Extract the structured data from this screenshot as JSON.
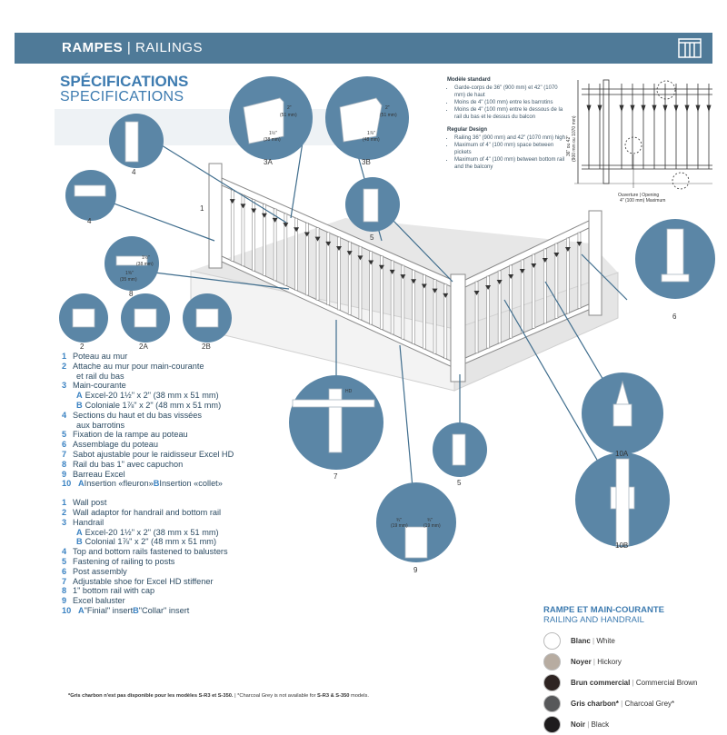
{
  "header": {
    "title_bold": "RAMPES",
    "title_sep": "|",
    "title_rest": "RAILINGS"
  },
  "spec": {
    "title_fr": "SPÉCIFICATIONS",
    "title_en": "SPECIFICATIONS"
  },
  "standard": {
    "fr_head": "Modèle standard",
    "fr_items": [
      "Garde-corps de 36\" (900 mm) et 42\" (1070 mm) de haut",
      "Moins de 4\" (100 mm) entre les barrotins",
      "Moins de 4\" (100 mm) entre le dessous de la rail du bas et le dessus du balcon"
    ],
    "en_head": "Regular Design",
    "en_items": [
      "Railing 36\" (900 mm) and 42\" (1070 mm) high",
      "Maximum of 4\" (100 mm) space between pickets",
      "Maximum of 4\" (100 mm) between bottom rail and the balcony"
    ]
  },
  "callouts": {
    "c3a": "3A",
    "c3b": "3B",
    "c4a": "4",
    "c4b": "4",
    "c1": "1",
    "c5a": "5",
    "c8": "8",
    "c2": "2",
    "c2a": "2A",
    "c2b": "2B",
    "c6": "6",
    "c7": "7",
    "c5b": "5",
    "c10a": "10A",
    "c10b": "10B",
    "c9": "9",
    "hd": "HD",
    "dim_3a_w": "2\"",
    "dim_3a_wm": "(51 mm)",
    "dim_3a_h": "1½\"",
    "dim_3a_hm": "(38 mm)",
    "dim_3b_w": "2\"",
    "dim_3b_wm": "(51 mm)",
    "dim_3b_h": "1⅞\"",
    "dim_3b_hm": "(48 mm)",
    "dim_8_w": "1½\"",
    "dim_8_wm": "(38 mm)",
    "dim_8_h": "1⅜\"",
    "dim_8_hm": "(35 mm)",
    "dim_9_a": "¾\"",
    "dim_9_am": "(19 mm)",
    "dim_9_b": "¾\"",
    "dim_9_bm": "(19 mm)",
    "height_dim": "36\" ou 42\"",
    "height_dim_mm": "(900 mm ou 1070 mm)",
    "opening_1": "Ouverture | Opening",
    "opening_2": "4\" (100 mm) Maximum"
  },
  "legend_fr": [
    {
      "n": "1",
      "t": "Poteau au mur"
    },
    {
      "n": "2",
      "t": "Attache au mur pour main-courante"
    },
    {
      "n": "",
      "t": "et rail du bas"
    },
    {
      "n": "3",
      "t": "Main-courante"
    },
    {
      "n": "",
      "a": "A",
      "t": "Excel-20 1½\" x 2\" (38 mm x 51 mm)"
    },
    {
      "n": "",
      "a": "B",
      "t": "Coloniale 1⅞\" x 2\" (48 mm x 51 mm)"
    },
    {
      "n": "4",
      "t": "Sections du haut et du bas vissées"
    },
    {
      "n": "",
      "t": "aux barrotins"
    },
    {
      "n": "5",
      "t": "Fixation de la rampe au poteau"
    },
    {
      "n": "6",
      "t": "Assemblage du poteau"
    },
    {
      "n": "7",
      "t": "Sabot ajustable pour le raidisseur Excel HD"
    },
    {
      "n": "8",
      "t": "Rail du bas 1\" avec capuchon"
    },
    {
      "n": "9",
      "t": "Barreau Excel"
    },
    {
      "n": "10",
      "a": "A",
      "t": "Insertion «fleuron»",
      "b": "B",
      "t2": "Insertion «collet»"
    }
  ],
  "legend_en": [
    {
      "n": "1",
      "t": "Wall post"
    },
    {
      "n": "2",
      "t": "Wall adaptor for handrail and bottom rail"
    },
    {
      "n": "3",
      "t": "Handrail"
    },
    {
      "n": "",
      "a": "A",
      "t": "Excel-20 1½\" x 2\" (38 mm x 51 mm)"
    },
    {
      "n": "",
      "a": "B",
      "t": "Colonial 1⅞\" x 2\" (48 mm x 51 mm)"
    },
    {
      "n": "4",
      "t": "Top and bottom rails fastened to balusters"
    },
    {
      "n": "5",
      "t": "Fastening of railing to posts"
    },
    {
      "n": "6",
      "t": "Post assembly"
    },
    {
      "n": "7",
      "t": "Adjustable shoe for Excel HD stiffener"
    },
    {
      "n": "8",
      "t": "1\" bottom rail with cap"
    },
    {
      "n": "9",
      "t": "Excel baluster"
    },
    {
      "n": "10",
      "a": "A",
      "t": "\"Finial\" insert",
      "b": "B",
      "t2": "\"Collar\" insert"
    }
  ],
  "colors_section": {
    "title_fr": "RAMPE ET MAIN-COURANTE",
    "title_en": "RAILING AND HANDRAIL",
    "swatches": [
      {
        "fr": "Blanc",
        "en": "White",
        "hex": "#ffffff"
      },
      {
        "fr": "Noyer",
        "en": "Hickory",
        "hex": "#b7aca1"
      },
      {
        "fr": "Brun commercial",
        "en": "Commercial Brown",
        "hex": "#2e2422"
      },
      {
        "fr": "Gris charbon*",
        "en": "Charcoal Grey*",
        "hex": "#57585a"
      },
      {
        "fr": "Noir",
        "en": "Black",
        "hex": "#1e1c1d"
      }
    ]
  },
  "footnote": {
    "fr_bold": "*Gris charbon n'est pas disponible pour les modèles S-R3 et S-350.",
    "sep": " | ",
    "en_pre": "*Charcoal Grey is not available for ",
    "en_bold": "S-R3 & S-350",
    "en_post": " models."
  },
  "palette": {
    "banner": "#4f7a98",
    "circle": "#5b86a6",
    "accent": "#3d7bb0"
  }
}
